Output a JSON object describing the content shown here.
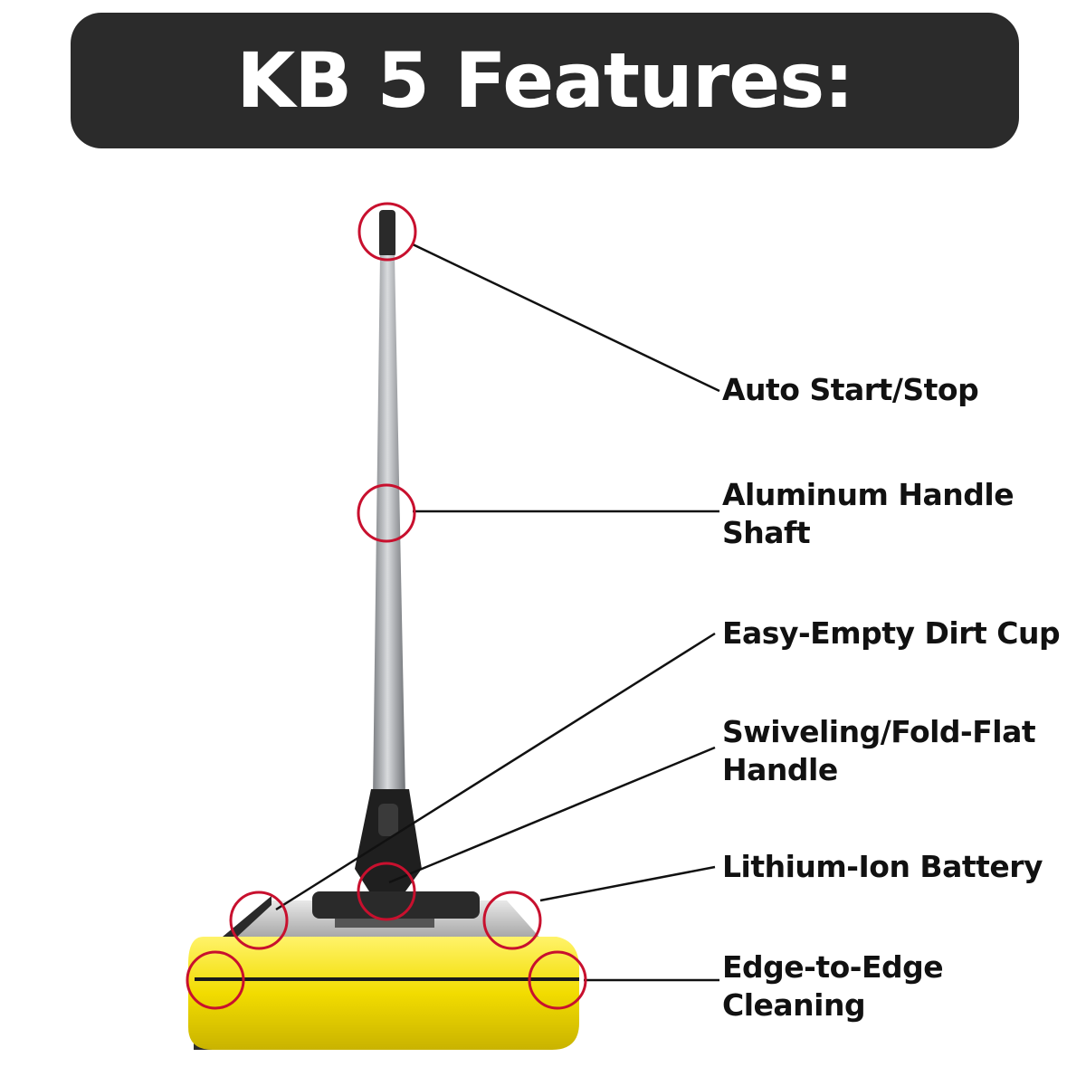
{
  "header": {
    "title": "KB 5 Features:"
  },
  "features": [
    {
      "lines": [
        "Auto Start/Stop"
      ]
    },
    {
      "lines": [
        "Aluminum Handle",
        "Shaft"
      ]
    },
    {
      "lines": [
        "Easy-Empty Dirt Cup"
      ]
    },
    {
      "lines": [
        "Swiveling/Fold-Flat",
        "Handle"
      ]
    },
    {
      "lines": [
        "Lithium-Ion Battery"
      ]
    },
    {
      "lines": [
        "Edge-to-Edge",
        "Cleaning"
      ]
    }
  ],
  "colors": {
    "banner": "#2b2b2b",
    "callout_circle": "#c8102e",
    "sweeper_body": "#f2dc00",
    "handle_shaft": "#a9acb0"
  }
}
